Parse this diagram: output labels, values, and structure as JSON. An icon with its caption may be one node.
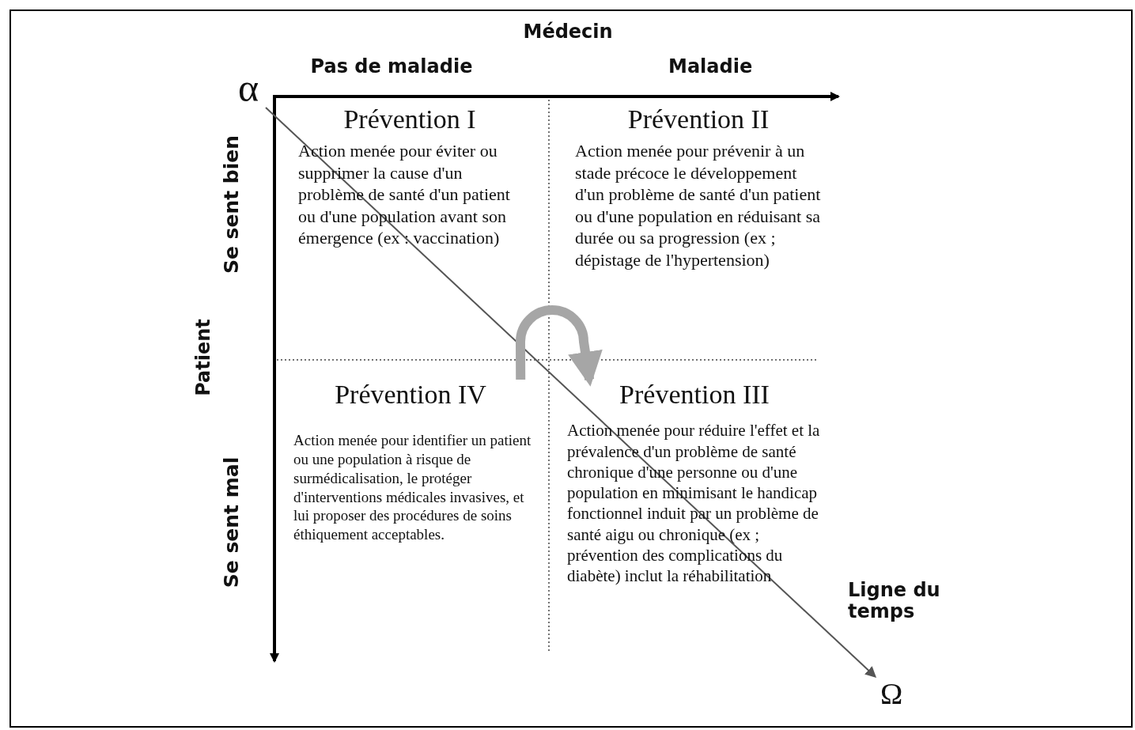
{
  "diagram": {
    "nodes": [
      {
        "text": [
          "α"
        ]
      },
      {
        "text": [
          "Prévention I",
          "Action menée pour éviter ou supprimer la cause d'un problème de santé d'un patient ou d'une population avant son émergence (ex : vaccination)"
        ]
      },
      {
        "text": [
          "Prévention II",
          "Action menée pour prévenir à un stade précoce le développement d'un problème de santé d'un patient ou d'une population en réduisant sa durée ou sa progression (ex ; dépistage de l'hypertension)"
        ]
      },
      {
        "text": [
          "Prévention IV",
          "Action menée pour identifier un patient ou une population à risque de surmédicalisation, le protéger d'interventions médicales invasives, et lui proposer des procédures de soins éthiquement acceptables."
        ]
      },
      {
        "text": [
          "Prévention III",
          "Action menée pour réduire l'effet et la prévalence d'un problème de santé chronique d'une personne ou d'une population en minimisant le handicap fonctionnel induit par un problème de santé aigu ou chronique (ex ; prévention des complications du diabète) inclut la réhabilitation"
        ]
      },
      {
        "text": [
          "Ω"
        ]
      }
    ],
    "edges": [
      {
        "from": 0,
        "to": 5,
        "arrow": "to",
        "label": "Ligne du temps"
      },
      {
        "from": 3,
        "to": 4,
        "arrow": "to",
        "style": "thick",
        "color": "#a6a6a6"
      }
    ],
    "labels": [
      "Médecin",
      "Pas de maladie",
      "Maladie",
      "Patient",
      "Se sent bien",
      "Se sent mal"
    ]
  }
}
